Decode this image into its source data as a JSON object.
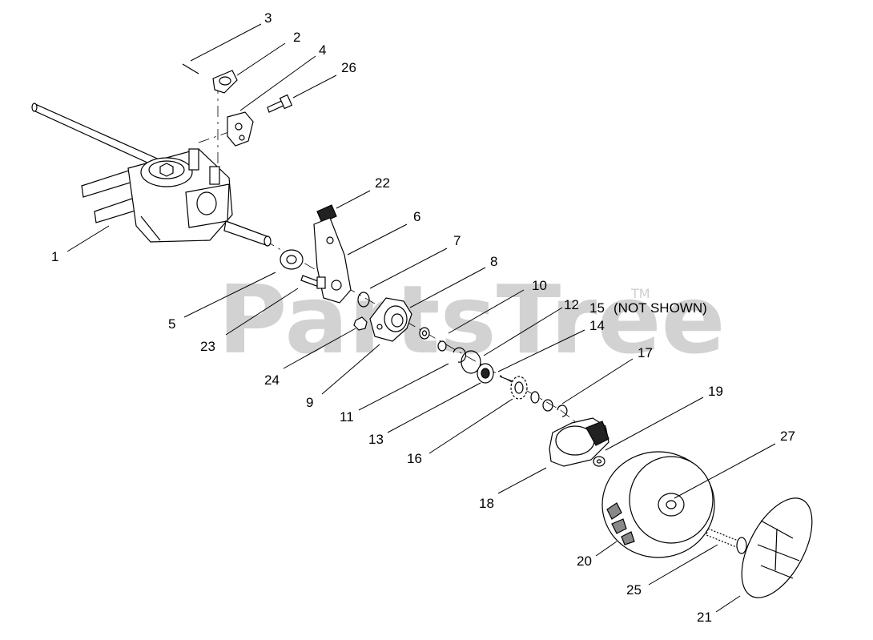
{
  "watermark": {
    "text": "PartsTree",
    "trademark": "TM"
  },
  "callouts": {
    "c1": "1",
    "c2": "2",
    "c3": "3",
    "c4": "4",
    "c5": "5",
    "c6": "6",
    "c7": "7",
    "c8": "8",
    "c9": "9",
    "c10": "10",
    "c11": "11",
    "c12": "12",
    "c13": "13",
    "c14": "14",
    "c15": "15",
    "c15_note": "(NOT SHOWN)",
    "c16": "16",
    "c17": "17",
    "c18": "18",
    "c19": "19",
    "c20": "20",
    "c21": "21",
    "c22": "22",
    "c23": "23",
    "c24": "24",
    "c25": "25",
    "c26": "26",
    "c27": "27"
  }
}
